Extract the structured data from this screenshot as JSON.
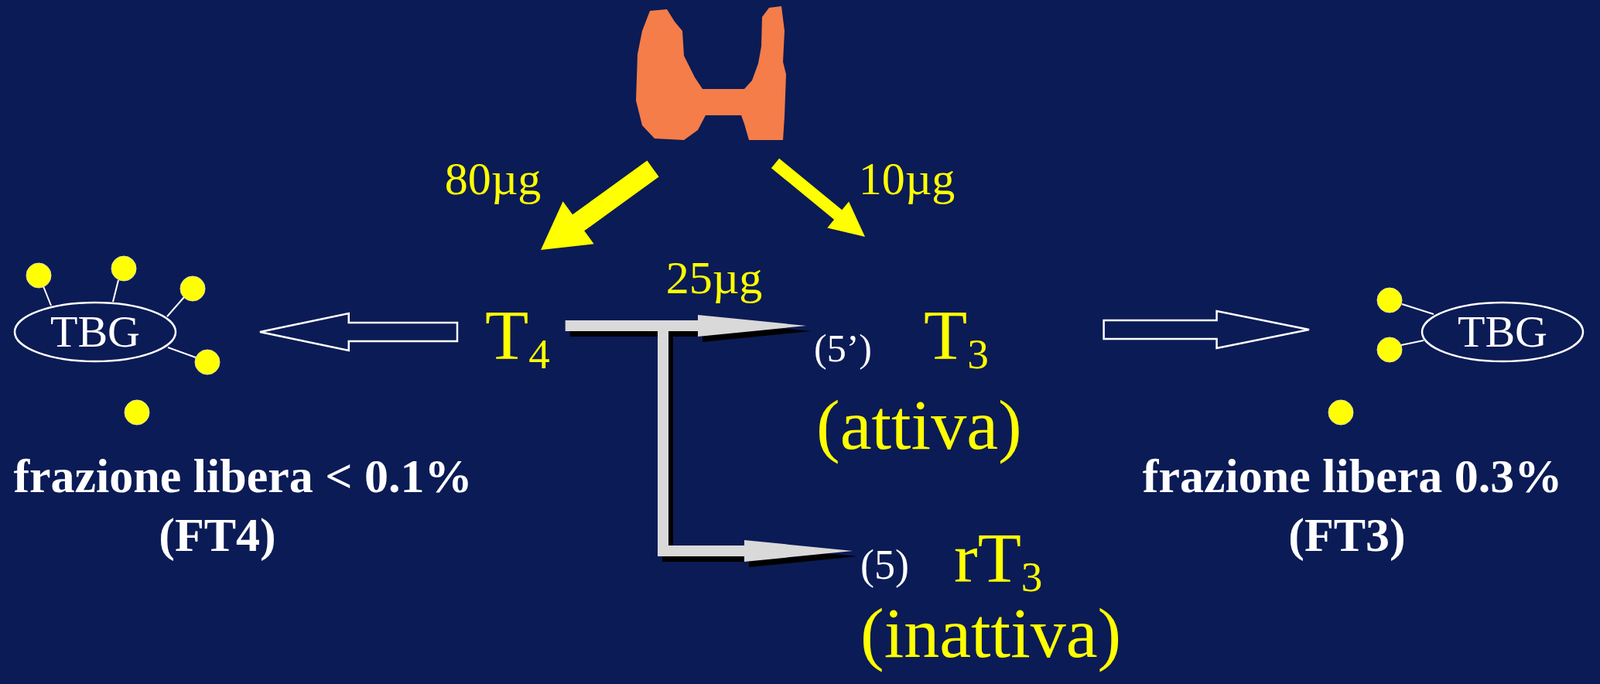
{
  "diagram": {
    "nodes": [
      {
        "text": [
          "TBG"
        ]
      },
      {
        "text": [
          "T4"
        ]
      },
      {
        "text": [
          "(5’)",
          "T3",
          "(attiva)"
        ]
      },
      {
        "text": [
          "TBG"
        ]
      },
      {
        "text": [
          "(5)",
          "rT3",
          "(inattiva)"
        ]
      }
    ],
    "edges": [
      {
        "from": 1,
        "to": 0,
        "arrow": "to"
      },
      {
        "from": 1,
        "to": 2,
        "label": "25µg",
        "arrow": "to"
      },
      {
        "from": 1,
        "to": 4,
        "arrow": "to"
      },
      {
        "from": 2,
        "to": 3,
        "arrow": "to"
      }
    ],
    "labels": [
      "80µg",
      "10µg",
      "frazione libera < 0.1%",
      "(FT4)",
      "frazione libera 0.3%",
      "(FT3)"
    ]
  }
}
